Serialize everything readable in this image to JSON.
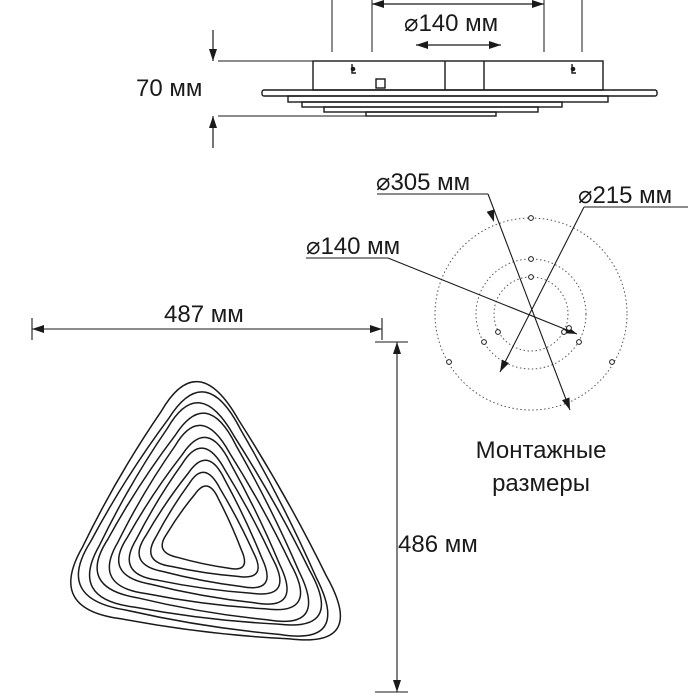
{
  "side_view": {
    "dia_label_outer": "",
    "dia_label": "⌀140 мм",
    "height_label": "70 мм"
  },
  "mounting": {
    "dia_305": "⌀305 мм",
    "dia_215": "⌀215 мм",
    "dia_140": "⌀140 мм",
    "caption_line1": "Монтажные",
    "caption_line2": "размеры"
  },
  "top_view": {
    "width_label": "487 мм",
    "height_label": "486 мм"
  },
  "colors": {
    "line": "#1a1a1a",
    "dotted": "#555555"
  }
}
